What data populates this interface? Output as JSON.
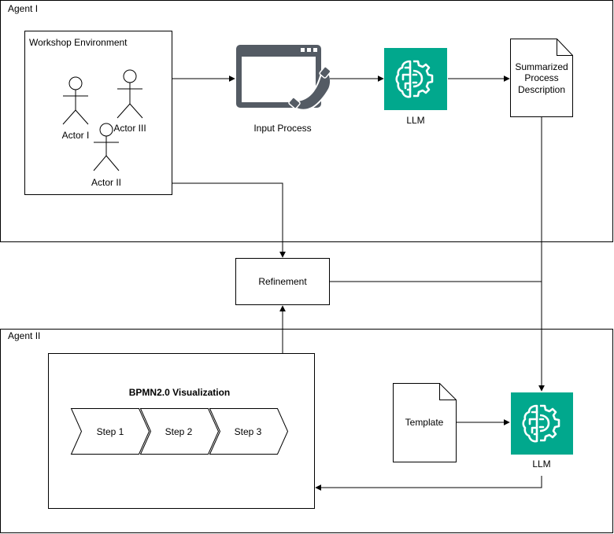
{
  "agent1": {
    "label": "Agent I"
  },
  "agent2": {
    "label": "Agent II"
  },
  "workshop": {
    "title": "Workshop Environment",
    "actors": [
      "Actor I",
      "Actor III",
      "Actor II"
    ]
  },
  "input_process": {
    "label": "Input Process",
    "icon": "window-phone-icon"
  },
  "llm_top": {
    "label": "LLM",
    "icon": "brain-gear-icon"
  },
  "summary_doc": {
    "lines": [
      "Summarized",
      "Process",
      "Description"
    ]
  },
  "refinement": {
    "label": "Refinement"
  },
  "bpmn": {
    "title": "BPMN2.0 Visualization",
    "steps": [
      "Step 1",
      "Step 2",
      "Step 3"
    ]
  },
  "template_doc": {
    "label": "Template"
  },
  "llm_bottom": {
    "label": "LLM",
    "icon": "brain-gear-icon"
  },
  "colors": {
    "llm": "#01a88d",
    "icon_dark": "#545b64",
    "stroke": "#000000"
  }
}
